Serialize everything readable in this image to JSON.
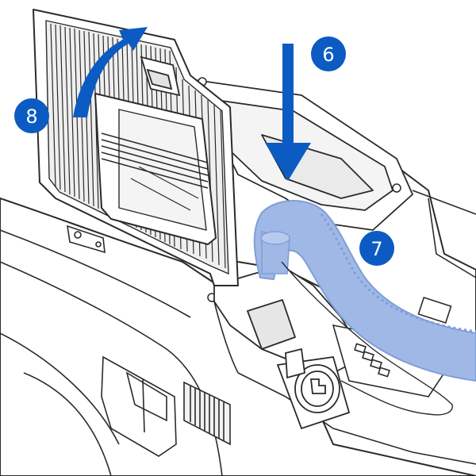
{
  "callouts": [
    {
      "label": "6"
    },
    {
      "label": "7"
    },
    {
      "label": "8"
    }
  ],
  "colors": {
    "accent_blue": "#0b5bc2",
    "hose_blue": "#9fb8e6",
    "hose_shadow": "#7f9ed8",
    "line": "#2b2b2b",
    "device_fill": "#ffffff",
    "shade": "#dcdcdc"
  },
  "icons": [
    "rotate-up-arrow-icon",
    "down-arrow-icon"
  ]
}
